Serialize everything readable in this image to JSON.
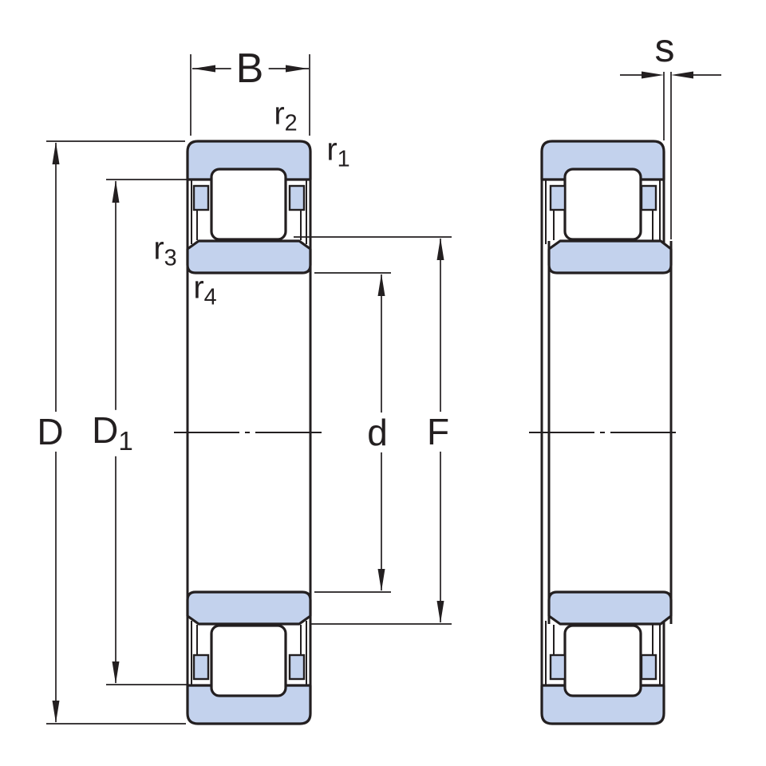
{
  "colors": {
    "ring_fill": "#c3d2ed",
    "line": "#231f20",
    "background": "#ffffff"
  },
  "labels": {
    "width": {
      "text": "B"
    },
    "outer_diameter": {
      "text": "D"
    },
    "shoulder_diameter": {
      "base": "D",
      "sub": "1"
    },
    "bore_diameter": {
      "text": "d"
    },
    "raceway_diameter": {
      "text": "F"
    },
    "axial_displacement": {
      "text": "s"
    },
    "chamfer_r1": {
      "base": "r",
      "sub": "1"
    },
    "chamfer_r2": {
      "base": "r",
      "sub": "2"
    },
    "chamfer_r3": {
      "base": "r",
      "sub": "3"
    },
    "chamfer_r4": {
      "base": "r",
      "sub": "4"
    }
  }
}
